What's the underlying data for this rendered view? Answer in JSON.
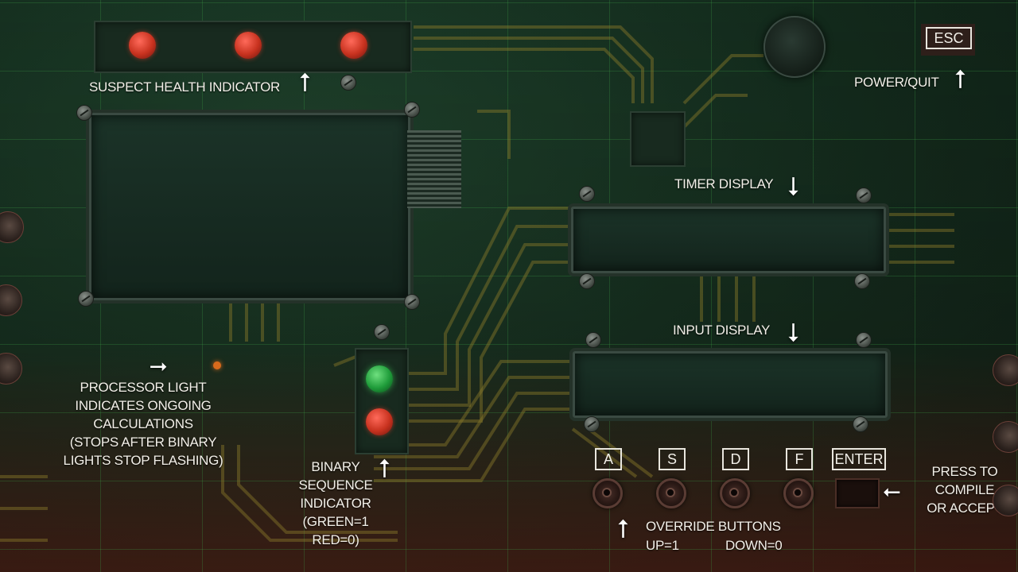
{
  "labels": {
    "suspect_health": "SUSPECT HEALTH INDICATOR",
    "power_quit": "POWER/QUIT",
    "timer_display": "TIMER DISPLAY",
    "input_display": "INPUT DISPLAY",
    "processor_light": [
      "PROCESSOR LIGHT",
      "INDICATES ONGOING",
      "CALCULATIONS",
      "(STOPS AFTER BINARY",
      "LIGHTS STOP FLASHING)"
    ],
    "binary_sequence": [
      "BINARY",
      "SEQUENCE",
      "INDICATOR",
      "(GREEN=1",
      "RED=0)"
    ],
    "override_title": "OVERRIDE BUTTONS",
    "override_up": "UP=1",
    "override_down": "DOWN=0",
    "press_to": [
      "PRESS TO",
      "COMPILE",
      "OR ACCEPT"
    ]
  },
  "buttons": {
    "esc": "ESC",
    "a": "A",
    "s": "S",
    "d": "D",
    "f": "F",
    "enter": "ENTER"
  },
  "arrows": {
    "up": "⭡",
    "down": "⭣",
    "right": "⭢",
    "left": "⭠"
  },
  "colors": {
    "led_red": "#c8321f",
    "led_green": "#1f9c3a",
    "processor_light": "#d86a1c",
    "grid": "#3ca046",
    "trace": "#8a7a2a"
  }
}
